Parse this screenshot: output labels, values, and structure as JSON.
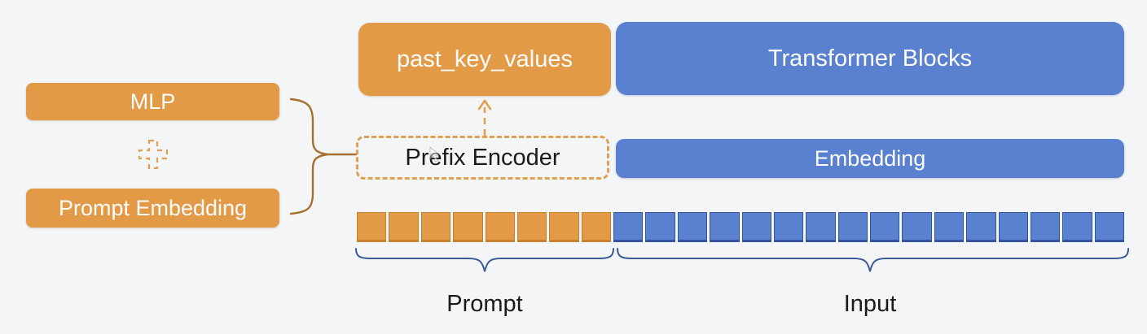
{
  "colors": {
    "background": "#f4f5f7",
    "orange": "#e29a47",
    "orange_border": "#c8812e",
    "orange_dash": "#dfa04f",
    "blue": "#5a80d0",
    "blue_border": "#35549b",
    "brace_brown": "#a86e2c",
    "brace_navy": "#3a5894",
    "text_light": "#fdfdfb",
    "text_dark": "#1b1b1b"
  },
  "prefix_module": {
    "mlp_label": "MLP",
    "plus_icon": "dashed-plus-icon",
    "prompt_embedding_label": "Prompt Embedding",
    "past_key_values_label": "past_key_values",
    "prefix_encoder_label": "Prefix Encoder"
  },
  "model": {
    "transformer_blocks_label": "Transformer Blocks",
    "embedding_label": "Embedding"
  },
  "tokens": {
    "prompt_count": 8,
    "input_count": 16
  },
  "annotations": {
    "prompt_label": "Prompt",
    "input_label": "Input"
  }
}
